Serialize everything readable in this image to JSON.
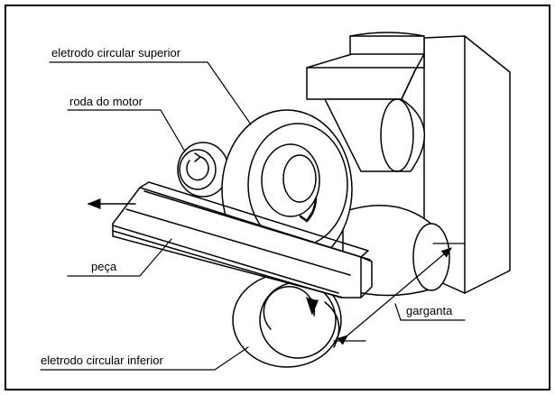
{
  "diagram": {
    "labels": {
      "upper_electrode": "eletrodo circular superior",
      "motor_wheel": "roda do motor",
      "workpiece": "peça",
      "throat": "garganta",
      "lower_electrode": "eletrodo circular inferior"
    }
  }
}
